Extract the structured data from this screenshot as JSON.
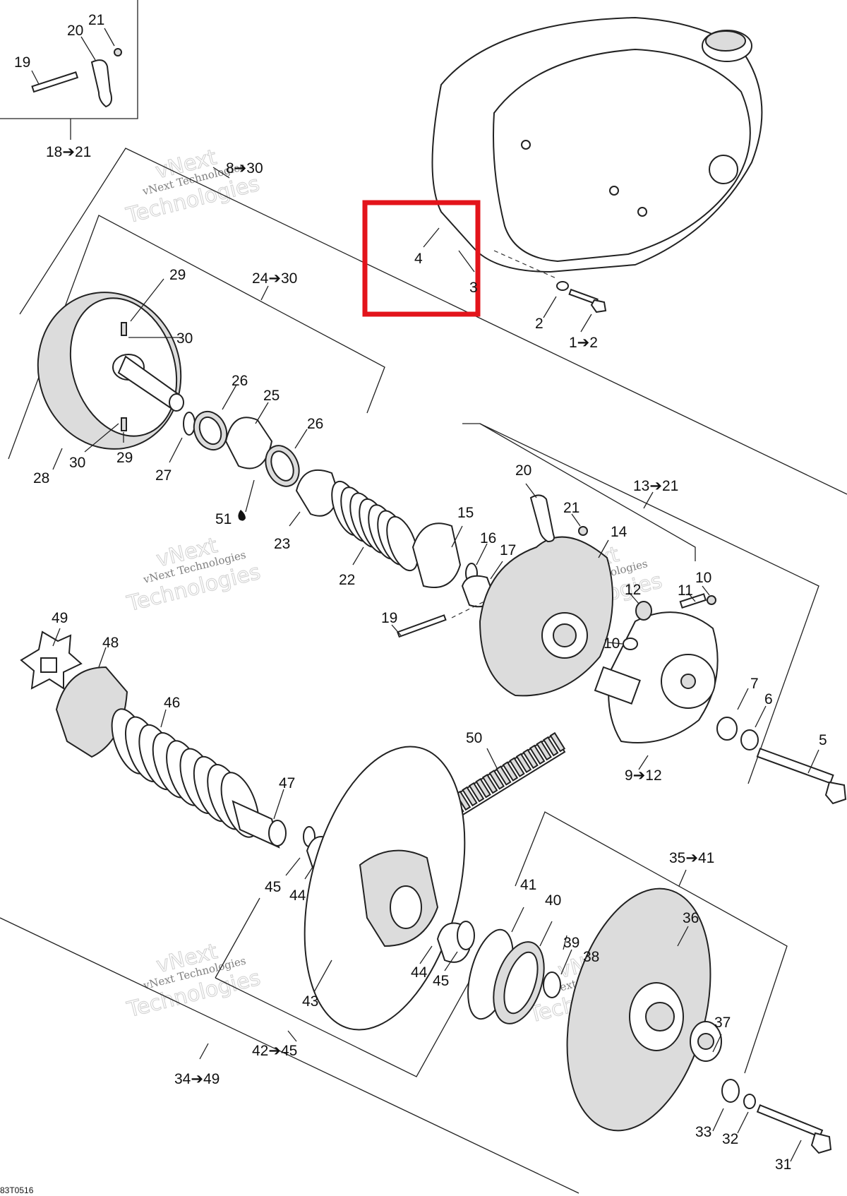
{
  "diagram": {
    "image_code": "83T0516",
    "watermark": {
      "line1": "vNext Technologies",
      "line2": "vNext",
      "line3": "Technologies"
    },
    "highlight_color": "#e3141b",
    "callouts": {
      "c1_2": "1➔2",
      "c2": "2",
      "c4": "4",
      "c5": "5",
      "c6": "6",
      "c7": "7",
      "c8_30": "8➔30",
      "c9_12": "9➔12",
      "c10a": "10",
      "c10b": "10",
      "c11": "11",
      "c12": "12",
      "c13_21": "13➔21",
      "c14": "14",
      "c15": "15",
      "c16": "16",
      "c17": "17",
      "c18_21": "18➔21",
      "c19a": "19",
      "c19b": "19",
      "c20a": "20",
      "c20b": "20",
      "c21a": "21",
      "c21b": "21",
      "c22": "22",
      "c23": "23",
      "c24_30": "24➔30",
      "c25": "25",
      "c26a": "26",
      "c26b": "26",
      "c27": "27",
      "c28": "28",
      "c29a": "29",
      "c29b": "29",
      "c30a": "30",
      "c30b": "30",
      "c31": "31",
      "c32": "32",
      "c33": "33",
      "c34_49": "34➔49",
      "c35_41": "35➔41",
      "c36": "36",
      "c37": "37",
      "c38": "38",
      "c39": "39",
      "c40": "40",
      "c41": "41",
      "c42_45": "42➔45",
      "c43": "43",
      "c44a": "44",
      "c44b": "44",
      "c45a": "45",
      "c45b": "45",
      "c46": "46",
      "c47": "47",
      "c48": "48",
      "c49": "49",
      "c50": "50",
      "c51": "51",
      "c3": "3"
    }
  }
}
